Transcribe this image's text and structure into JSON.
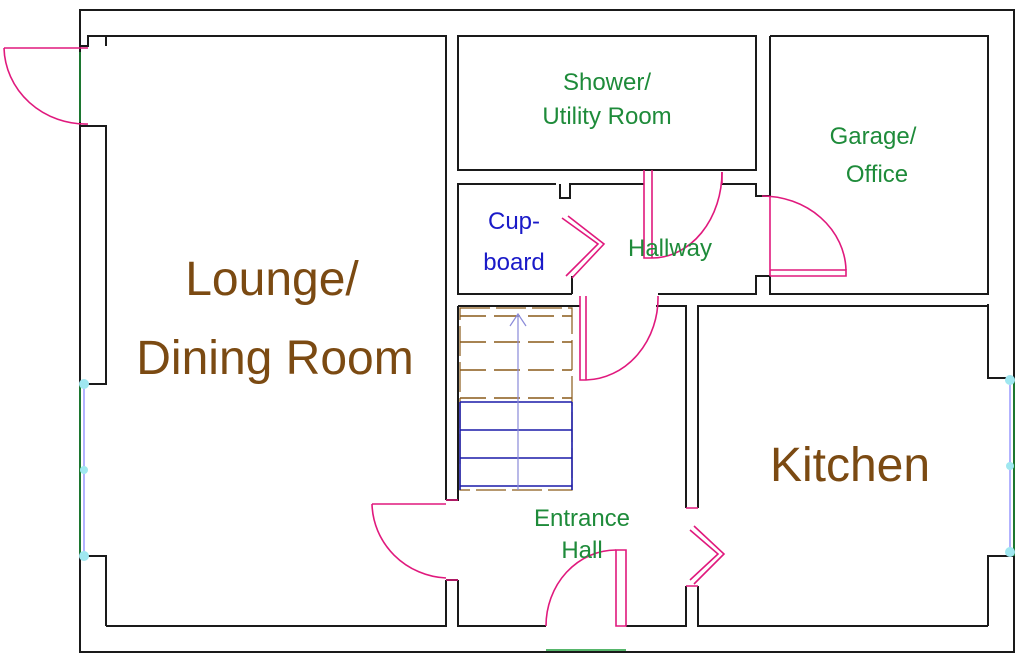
{
  "colors": {
    "wall": "#1a1a1a",
    "door": "#e0197d",
    "large_label": "#7b4a12",
    "small_label": "#1e8b3a",
    "cupboard_label": "#1a1ac8"
  },
  "rooms": {
    "lounge": {
      "line1": "Lounge/",
      "line2": "Dining Room"
    },
    "kitchen": {
      "line1": "Kitchen"
    },
    "shower": {
      "line1": "Shower/",
      "line2": "Utility Room"
    },
    "garage": {
      "line1": "Garage/",
      "line2": "Office"
    },
    "cupboard": {
      "line1": "Cup-",
      "line2": "board"
    },
    "hallway": {
      "line1": "Hallway"
    },
    "entrance": {
      "line1": "Entrance",
      "line2": "Hall"
    }
  }
}
